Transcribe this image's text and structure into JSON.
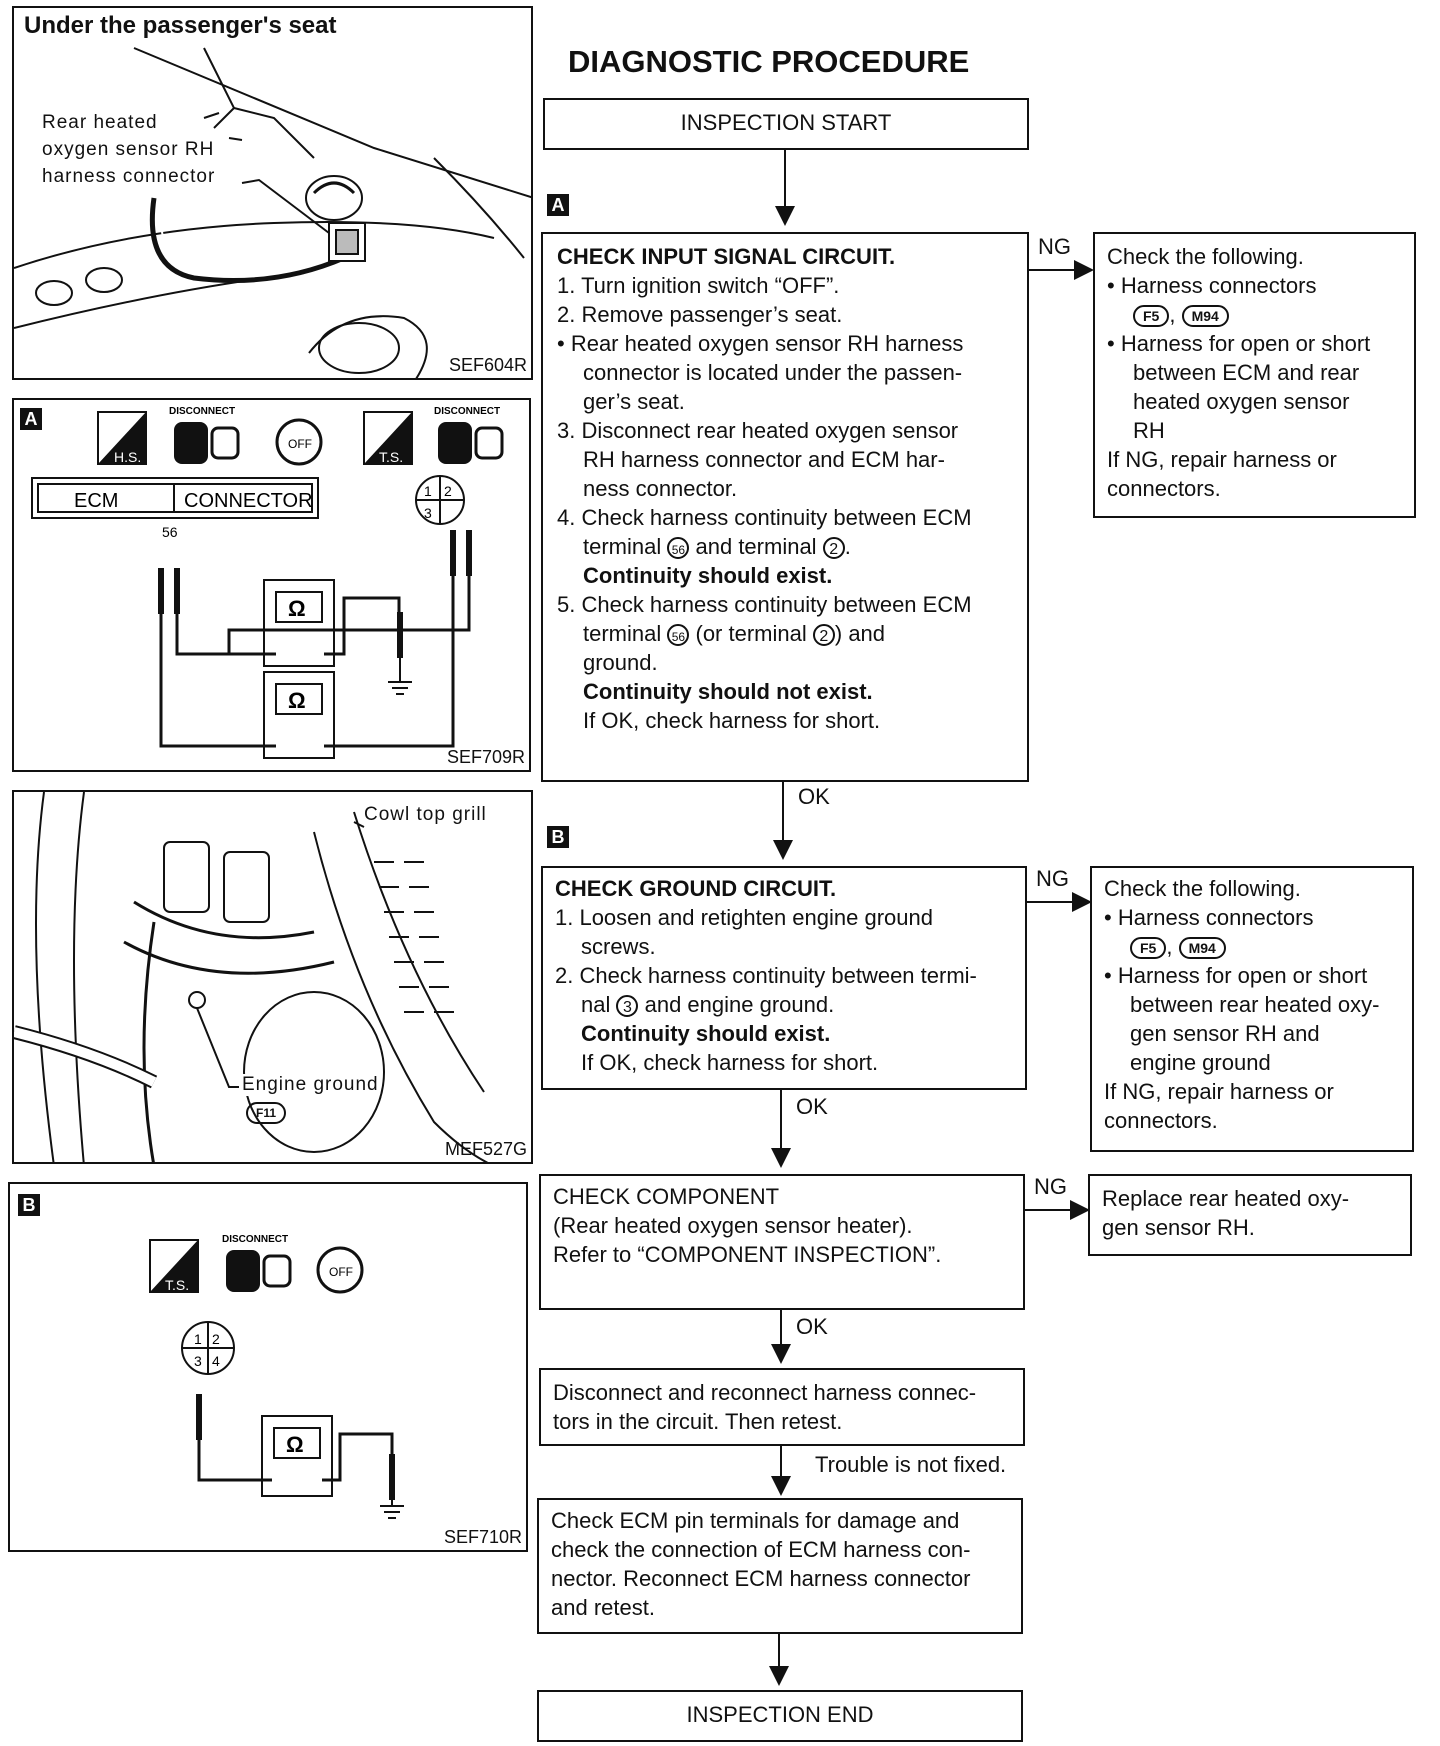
{
  "left": {
    "fig1": {
      "title": "Under the passenger's seat",
      "label_line1": "Rear heated",
      "label_line2": "oxygen sensor RH",
      "label_line3": "harness connector",
      "code": "SEF604R"
    },
    "fig2": {
      "tag": "A",
      "hs": "H.S.",
      "ts": "T.S.",
      "disconnect": "DISCONNECT",
      "off": "OFF",
      "ecm": "ECM",
      "connector": "CONNECTOR",
      "pin56": "56",
      "code": "SEF709R"
    },
    "fig3": {
      "cowl": "Cowl top grill",
      "ground": "Engine ground",
      "f11": "F11",
      "code": "MEF527G"
    },
    "fig4": {
      "tag": "B",
      "ts": "T.S.",
      "disconnect": "DISCONNECT",
      "off": "OFF",
      "code": "SEF710R"
    }
  },
  "procedure": {
    "title": "DIAGNOSTIC PROCEDURE",
    "start": "INSPECTION START",
    "end": "INSPECTION END",
    "ok": "OK",
    "ng": "NG",
    "tag_a": "A",
    "tag_b": "B",
    "stepA": {
      "title": "CHECK INPUT SIGNAL CIRCUIT.",
      "l1": "1. Turn ignition switch “OFF”.",
      "l2": "2. Remove passenger’s seat.",
      "l3a": "• Rear heated oxygen sensor RH harness",
      "l3b": "connector is located under the passen-",
      "l3c": "ger’s seat.",
      "l4a": "3. Disconnect rear heated oxygen sensor",
      "l4b": "RH harness connector and ECM har-",
      "l4c": "ness connector.",
      "l5a": "4. Check harness continuity between ECM",
      "l5b1": "terminal",
      "l5b_c1": "56",
      "l5b2": "and terminal",
      "l5b_c2": "2",
      "l5b3": ".",
      "l5c": "Continuity should exist.",
      "l6a": "5. Check harness continuity between ECM",
      "l6b1": "terminal",
      "l6b_c1": "56",
      "l6b2": "(or terminal",
      "l6b_c2": "2",
      "l6b3": ") and",
      "l6c": "ground.",
      "l6d": "Continuity should not exist.",
      "l6e": "If OK, check harness for short."
    },
    "ngA": {
      "l1": "Check the following.",
      "l2": "• Harness connectors",
      "c1": "F5",
      "c2": "M94",
      "l3a": "• Harness for open or short",
      "l3b": "between ECM and rear",
      "l3c": "heated oxygen sensor",
      "l3d": "RH",
      "l4a": "If NG, repair harness or",
      "l4b": "connectors."
    },
    "stepB": {
      "title": "CHECK GROUND CIRCUIT.",
      "l1a": "1. Loosen and retighten engine ground",
      "l1b": "screws.",
      "l2a": "2. Check harness continuity between termi-",
      "l2b1": "nal",
      "l2b_c": "3",
      "l2b2": "and engine ground.",
      "l2c": "Continuity should exist.",
      "l2d": "If OK, check harness for short."
    },
    "ngB": {
      "l1": "Check the following.",
      "l2": "• Harness connectors",
      "c1": "F5",
      "c2": "M94",
      "l3a": "• Harness for open or short",
      "l3b": "between rear heated oxy-",
      "l3c": "gen sensor RH and",
      "l3d": "engine ground",
      "l4a": "If NG, repair harness or",
      "l4b": "connectors."
    },
    "stepC": {
      "l1": "CHECK COMPONENT",
      "l2": "(Rear heated oxygen sensor heater).",
      "l3": "Refer to “COMPONENT INSPECTION”."
    },
    "ngC": {
      "l1": "Replace rear heated oxy-",
      "l2": "gen sensor RH."
    },
    "stepD": {
      "l1": "Disconnect and reconnect harness connec-",
      "l2": "tors in the circuit. Then retest."
    },
    "trouble": "Trouble is not fixed.",
    "stepE": {
      "l1": "Check ECM pin terminals for damage and",
      "l2": "check the connection of ECM harness con-",
      "l3": "nector. Reconnect ECM harness connector",
      "l4": "and retest."
    }
  }
}
